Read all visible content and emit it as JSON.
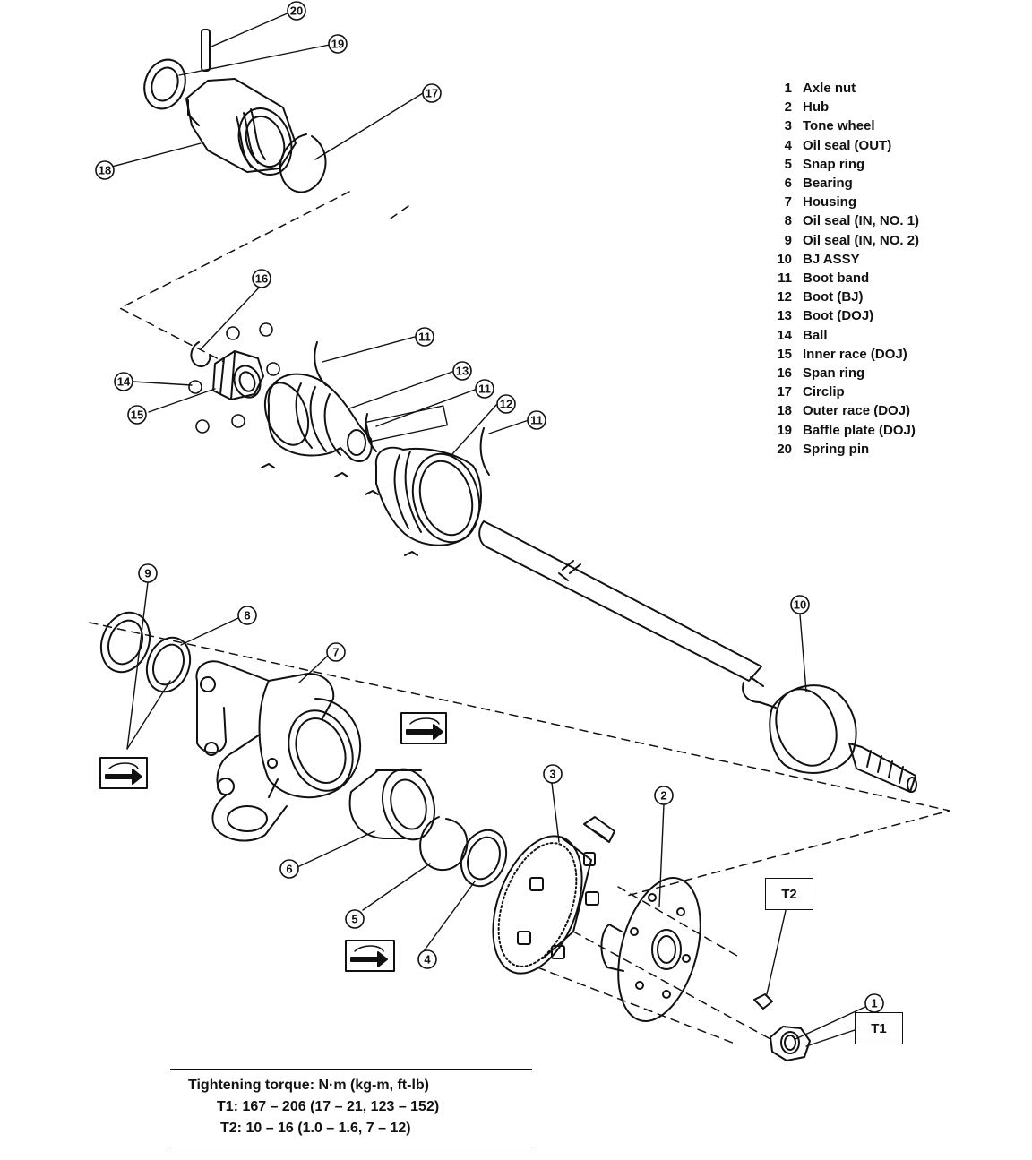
{
  "callouts": [
    "1",
    "2",
    "3",
    "4",
    "5",
    "6",
    "7",
    "8",
    "9",
    "10",
    "11",
    "12",
    "13",
    "14",
    "15",
    "16",
    "17",
    "18",
    "19",
    "20"
  ],
  "legend": [
    {
      "num": "1",
      "label": "Axle nut"
    },
    {
      "num": "2",
      "label": "Hub"
    },
    {
      "num": "3",
      "label": "Tone wheel"
    },
    {
      "num": "4",
      "label": "Oil seal (OUT)"
    },
    {
      "num": "5",
      "label": "Snap ring"
    },
    {
      "num": "6",
      "label": "Bearing"
    },
    {
      "num": "7",
      "label": "Housing"
    },
    {
      "num": "8",
      "label": "Oil seal (IN, NO. 1)"
    },
    {
      "num": "9",
      "label": "Oil seal (IN, NO. 2)"
    },
    {
      "num": "10",
      "label": "BJ ASSY"
    },
    {
      "num": "11",
      "label": "Boot band"
    },
    {
      "num": "12",
      "label": "Boot (BJ)"
    },
    {
      "num": "13",
      "label": "Boot (DOJ)"
    },
    {
      "num": "14",
      "label": "Ball"
    },
    {
      "num": "15",
      "label": "Inner race (DOJ)"
    },
    {
      "num": "16",
      "label": "Span ring"
    },
    {
      "num": "17",
      "label": "Circlip"
    },
    {
      "num": "18",
      "label": "Outer race (DOJ)"
    },
    {
      "num": "19",
      "label": "Baffle plate (DOJ)"
    },
    {
      "num": "20",
      "label": "Spring pin"
    }
  ],
  "torque_boxes": {
    "t1": "T1",
    "t2": "T2"
  },
  "torque_table": {
    "title": "Tightening torque:  N·m (kg-m, ft-lb)",
    "t1": "T1:  167 – 206 (17 – 21, 123 – 152)",
    "t2": "T2:  10 – 16 (1.0 – 1.6, 7 – 12)"
  }
}
